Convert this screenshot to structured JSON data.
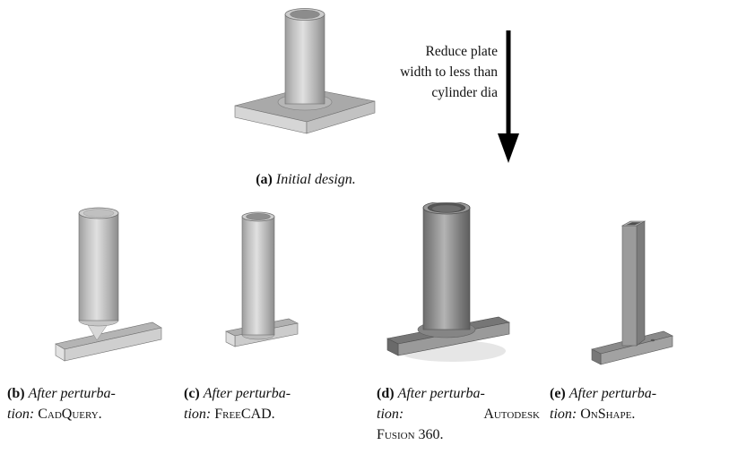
{
  "figure_type": "paper-figure",
  "annotation": {
    "lines": [
      "Reduce plate",
      "width to less than",
      "cylinder dia"
    ]
  },
  "captions": {
    "a": {
      "label": "(a)",
      "text": "Initial design."
    },
    "b": {
      "label": "(b)",
      "line1": "After perturba-",
      "line2": "tion:",
      "name": "CadQuery."
    },
    "c": {
      "label": "(c)",
      "line1": "After perturba-",
      "line2": "tion:",
      "name": "FreeCAD."
    },
    "d": {
      "label": "(d)",
      "line1": "After perturba-",
      "line2": "tion:",
      "name": "Autodesk",
      "name2": "Fusion 360."
    },
    "e": {
      "label": "(e)",
      "line1": "After perturba-",
      "line2": "tion:",
      "name": "OnShape."
    }
  },
  "icons": {
    "arrow": "down-arrow-icon"
  },
  "colors": {
    "arrow": "#000000",
    "render_light_gray": "#d6d6d6",
    "render_mid_gray": "#a9a9a9",
    "render_dark_gray": "#767676",
    "background": "#ffffff"
  }
}
